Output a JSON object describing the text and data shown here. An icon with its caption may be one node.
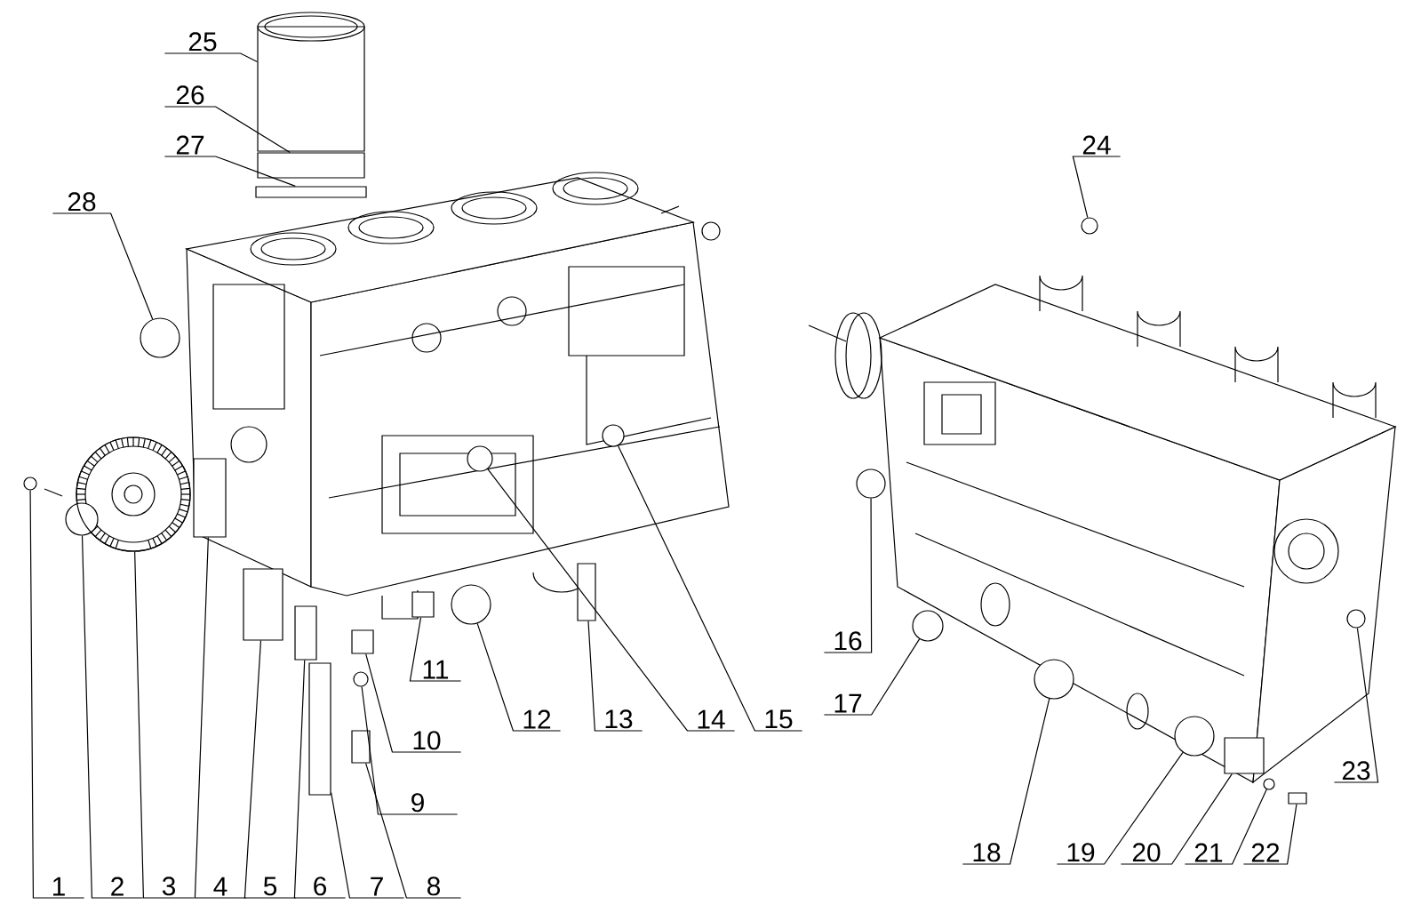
{
  "diagram": {
    "nodes": [
      {
        "text": [
          "1"
        ]
      },
      {
        "text": [
          "2"
        ]
      },
      {
        "text": [
          "3"
        ]
      },
      {
        "text": [
          "4"
        ]
      },
      {
        "text": [
          "5"
        ]
      },
      {
        "text": [
          "6"
        ]
      },
      {
        "text": [
          "7"
        ]
      },
      {
        "text": [
          "8"
        ]
      },
      {
        "text": [
          "9"
        ]
      },
      {
        "text": [
          "10"
        ]
      },
      {
        "text": [
          "11"
        ]
      },
      {
        "text": [
          "12"
        ]
      },
      {
        "text": [
          "13"
        ]
      },
      {
        "text": [
          "14"
        ]
      },
      {
        "text": [
          "15"
        ]
      },
      {
        "text": [
          "16"
        ]
      },
      {
        "text": [
          "17"
        ]
      },
      {
        "text": [
          "18"
        ]
      },
      {
        "text": [
          "19"
        ]
      },
      {
        "text": [
          "20"
        ]
      },
      {
        "text": [
          "21"
        ]
      },
      {
        "text": [
          "22"
        ]
      },
      {
        "text": [
          "23"
        ]
      },
      {
        "text": [
          "24"
        ]
      },
      {
        "text": [
          "25"
        ]
      },
      {
        "text": [
          "26"
        ]
      },
      {
        "text": [
          "27"
        ]
      },
      {
        "text": [
          "28"
        ]
      },
      {
        "text": [],
        "shape": "circle"
      },
      {
        "text": [],
        "shape": "circle"
      },
      {
        "text": [],
        "shape": "circle"
      },
      {
        "text": [],
        "shape": "box"
      },
      {
        "text": [],
        "shape": "box"
      },
      {
        "text": [],
        "shape": "box"
      },
      {
        "text": [],
        "shape": "box"
      },
      {
        "text": [],
        "shape": "box"
      },
      {
        "text": [],
        "shape": "circle"
      },
      {
        "text": [],
        "shape": "box"
      },
      {
        "text": [],
        "shape": "box"
      },
      {
        "text": [],
        "shape": "circle"
      },
      {
        "text": [],
        "shape": "box"
      },
      {
        "text": [],
        "shape": "circle"
      },
      {
        "text": [],
        "shape": "circle"
      },
      {
        "text": [],
        "shape": "circle"
      },
      {
        "text": [],
        "shape": "circle"
      },
      {
        "text": [],
        "shape": "circle"
      },
      {
        "text": [],
        "shape": "circle"
      },
      {
        "text": [],
        "shape": "box"
      },
      {
        "text": [],
        "shape": "circle"
      },
      {
        "text": [],
        "shape": "box"
      },
      {
        "text": [],
        "shape": "circle"
      },
      {
        "text": [],
        "shape": "circle"
      },
      {
        "text": [],
        "shape": "box"
      },
      {
        "text": [],
        "shape": "box"
      },
      {
        "text": [],
        "shape": "box"
      },
      {
        "text": [],
        "shape": "circle"
      }
    ],
    "edges": [
      {
        "from": 0,
        "to": 28,
        "arrow": "none"
      },
      {
        "from": 1,
        "to": 29,
        "arrow": "none"
      },
      {
        "from": 2,
        "to": 30,
        "arrow": "none"
      },
      {
        "from": 3,
        "to": 31,
        "arrow": "none"
      },
      {
        "from": 4,
        "to": 32,
        "arrow": "none"
      },
      {
        "from": 5,
        "to": 33,
        "arrow": "none"
      },
      {
        "from": 6,
        "to": 34,
        "arrow": "none"
      },
      {
        "from": 7,
        "to": 35,
        "arrow": "none"
      },
      {
        "from": 8,
        "to": 36,
        "arrow": "none"
      },
      {
        "from": 9,
        "to": 37,
        "arrow": "none"
      },
      {
        "from": 10,
        "to": 38,
        "arrow": "none"
      },
      {
        "from": 11,
        "to": 39,
        "arrow": "none"
      },
      {
        "from": 12,
        "to": 40,
        "arrow": "none"
      },
      {
        "from": 13,
        "to": 41,
        "arrow": "none"
      },
      {
        "from": 14,
        "to": 42,
        "arrow": "none"
      },
      {
        "from": 15,
        "to": 43,
        "arrow": "none"
      },
      {
        "from": 16,
        "to": 44,
        "arrow": "none"
      },
      {
        "from": 17,
        "to": 45,
        "arrow": "none"
      },
      {
        "from": 18,
        "to": 46,
        "arrow": "none"
      },
      {
        "from": 19,
        "to": 47,
        "arrow": "none"
      },
      {
        "from": 20,
        "to": 48,
        "arrow": "none"
      },
      {
        "from": 21,
        "to": 49,
        "arrow": "none"
      },
      {
        "from": 22,
        "to": 50,
        "arrow": "none"
      },
      {
        "from": 23,
        "to": 51,
        "arrow": "none"
      },
      {
        "from": 24,
        "to": 52,
        "arrow": "none"
      },
      {
        "from": 25,
        "to": 53,
        "arrow": "none"
      },
      {
        "from": 26,
        "to": 54,
        "arrow": "none"
      },
      {
        "from": 27,
        "to": 55,
        "arrow": "none"
      }
    ]
  }
}
